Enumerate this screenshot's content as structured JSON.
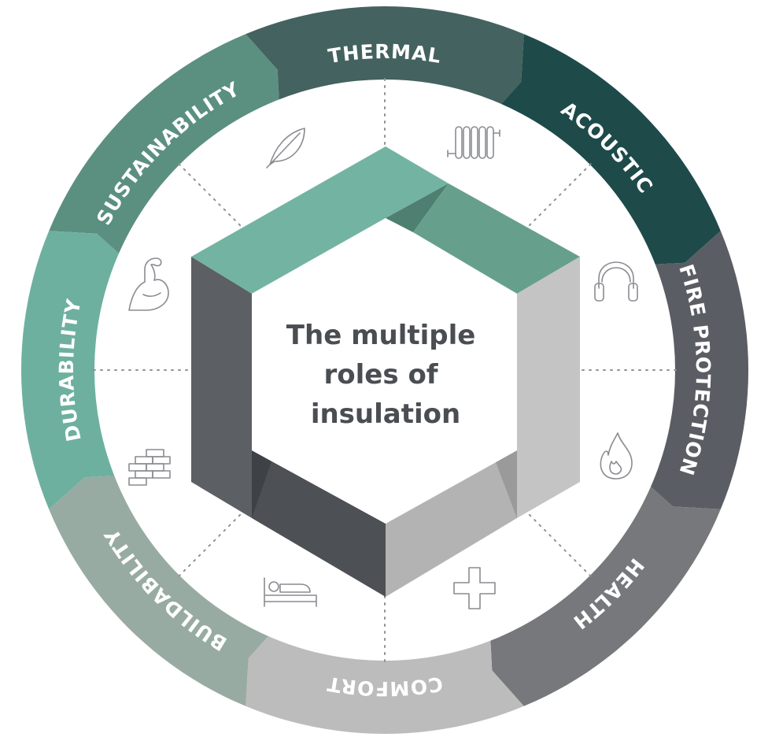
{
  "title_lines": [
    "The multiple",
    "roles of",
    "insulation"
  ],
  "segments": [
    {
      "label": "SUSTAINABILITY",
      "color": "#5b9080",
      "icon": "leaf-icon"
    },
    {
      "label": "THERMAL",
      "color": "#44625f",
      "icon": "radiator-icon"
    },
    {
      "label": "ACOUSTIC",
      "color": "#1e4a4a",
      "icon": "headphones-icon"
    },
    {
      "label": "FIRE PROTECTION",
      "color": "#5a5d63",
      "icon": "flame-icon"
    },
    {
      "label": "HEALTH",
      "color": "#76787b",
      "icon": "plus-icon"
    },
    {
      "label": "COMFORT",
      "color": "#bcbcbc",
      "icon": "bed-icon"
    },
    {
      "label": "BUILDABILITY",
      "color": "#97aba3",
      "icon": "bricks-icon"
    },
    {
      "label": "DURABILITY",
      "color": "#6eb09f",
      "icon": "flexed-arm-icon"
    }
  ],
  "colors": {
    "hex_teal_light": "#73b3a1",
    "hex_teal_mid": "#66a08d",
    "hex_teal_dark": "#4e7f70",
    "hex_gray_dark": "#5c5f64",
    "hex_gray_darker": "#4d5055",
    "hex_gray_light": "#c4c4c4",
    "hex_gray_mid": "#b3b3b3"
  }
}
